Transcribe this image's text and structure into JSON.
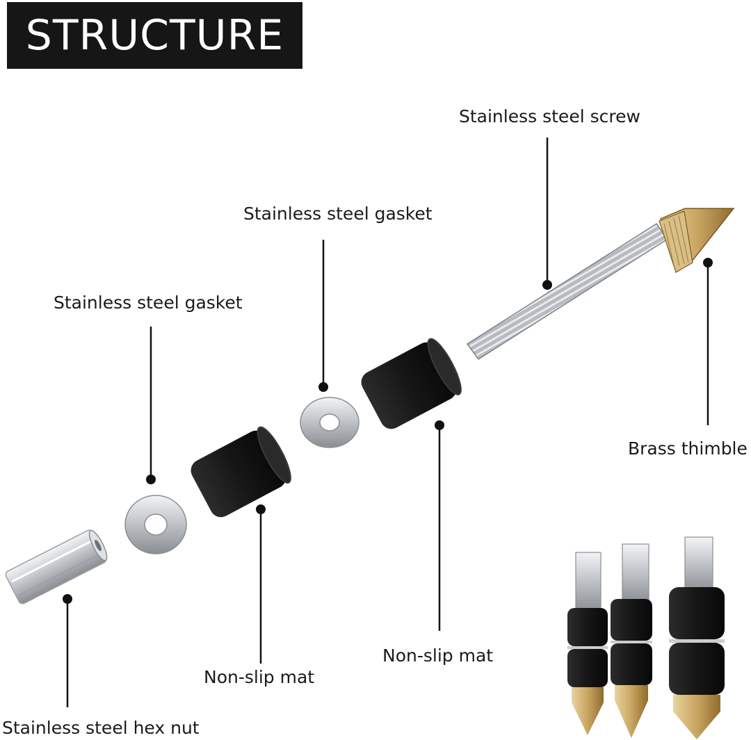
{
  "title": "STRUCTURE",
  "labels": {
    "screw": "Stainless steel screw",
    "gasket_right": "Stainless steel gasket",
    "gasket_left": "Stainless steel gasket",
    "thimble": "Brass thimble",
    "mat_right": "Non-slip mat",
    "mat_left": "Non-slip mat",
    "hex_nut": "Stainless steel hex nut"
  },
  "colors": {
    "title_bg": "#161616",
    "title_text": "#ffffff",
    "rubber": "#1b1b1b",
    "steel": "#c9ccd0",
    "brass": "#c9a561",
    "leader": "#111111"
  }
}
